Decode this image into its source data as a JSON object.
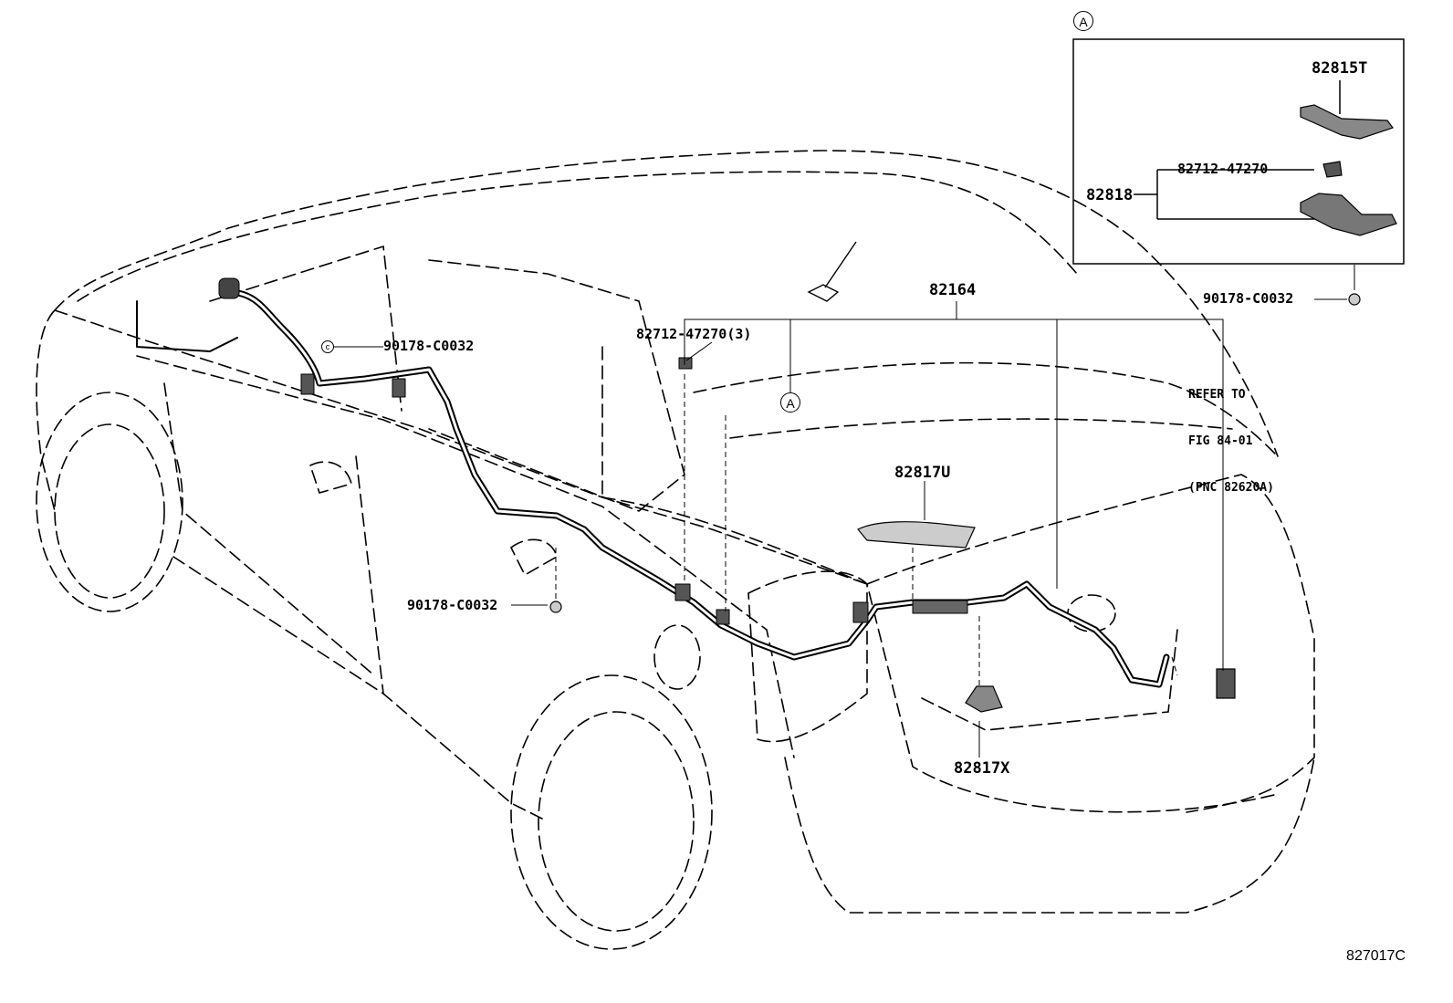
{
  "diagram": {
    "inset_callout": "A",
    "body_callout": "A",
    "clip_callout": "c",
    "figure_number": "827017C",
    "parts": {
      "p82815T": "82815T",
      "p82818": "82818",
      "p82712_inset": "82712-47270",
      "p90178_inset": "90178-C0032",
      "p82164": "82164",
      "p82712_main": "82712-47270(3)",
      "p90178_top": "90178-C0032",
      "p90178_mid": "90178-C0032",
      "p82817U": "82817U",
      "p82817X": "82817X"
    },
    "refer_note": {
      "line1": "REFER TO",
      "line2": "FIG 84-01",
      "line3": "(PNC 82620A)"
    }
  }
}
